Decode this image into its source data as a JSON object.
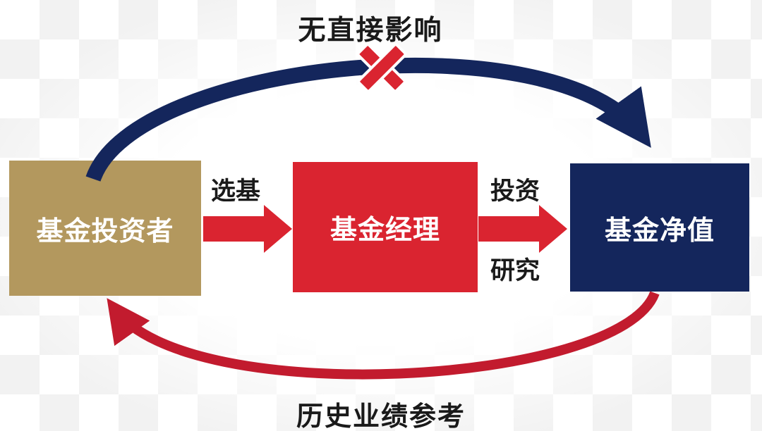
{
  "diagram": {
    "nodes": {
      "investor": {
        "label": "基金投资者",
        "color": "#b3985e"
      },
      "manager": {
        "label": "基金经理",
        "color": "#da2430"
      },
      "nav": {
        "label": "基金净值",
        "color": "#14265c"
      }
    },
    "edges": {
      "select": {
        "label": "选基"
      },
      "invest": {
        "label_top": "投资",
        "label_bottom": "研究"
      },
      "no_direct_effect": {
        "label": "无直接影响"
      },
      "history_reference": {
        "label": "历史业绩参考"
      }
    },
    "icons": {
      "x_mark": "x-mark-icon (red cross on top arc, meaning no direct influence)"
    },
    "colors": {
      "arc_top_navy": "#14265c",
      "arc_bottom_red": "#c21b2e",
      "straight_arrow_red": "#da2430",
      "text": "#1a1a1a",
      "checker_watermark": "#f2f2f2"
    }
  }
}
